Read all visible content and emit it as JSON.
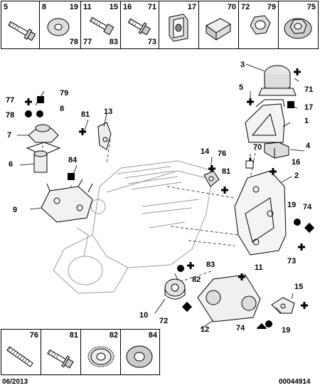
{
  "top_strip": [
    {
      "tl": "5",
      "tr": "",
      "bl": "",
      "br": "",
      "icon": "bolt-icon"
    },
    {
      "tl": "8",
      "tr": "19",
      "bl": "",
      "br": "78",
      "icon": "washer-icon"
    },
    {
      "tl": "11",
      "tr": "15",
      "bl": "77",
      "br": "83",
      "icon": "bolt-icon"
    },
    {
      "tl": "16",
      "tr": "71",
      "bl": "",
      "br": "73",
      "icon": "flange-bolt-icon"
    },
    {
      "tl": "",
      "tr": "17",
      "bl": "",
      "br": "",
      "icon": "clip-nut-icon"
    },
    {
      "tl": "",
      "tr": "70",
      "bl": "",
      "br": "",
      "icon": "bushing-icon"
    },
    {
      "tl": "72",
      "tr": "79",
      "bl": "",
      "br": "",
      "icon": "hex-nut-icon"
    },
    {
      "tl": "",
      "tr": "75",
      "bl": "",
      "br": "",
      "icon": "flange-nut-icon"
    }
  ],
  "bottom_strip": [
    {
      "label": "76",
      "icon": "stud-icon"
    },
    {
      "label": "81",
      "icon": "bolt-icon"
    },
    {
      "label": "82",
      "icon": "serrated-washer-icon"
    },
    {
      "label": "84",
      "icon": "washer-icon"
    }
  ],
  "callouts": {
    "c3": "3",
    "c71": "71",
    "c5": "5",
    "c17": "17",
    "c1": "1",
    "c77": "77",
    "c79": "79",
    "c78": "78",
    "c8": "8",
    "c7": "7",
    "c81a": "81",
    "c13": "13",
    "c14": "14",
    "c76": "76",
    "c70": "70",
    "c4": "4",
    "c16": "16",
    "c6": "6",
    "c84": "84",
    "c81b": "81",
    "c2": "2",
    "c9": "9",
    "c19a": "19",
    "c74a": "74",
    "c73": "73",
    "c83": "83",
    "c82": "82",
    "c11": "11",
    "c10": "10",
    "c72": "72",
    "c15": "15",
    "c12": "12",
    "c74b": "74",
    "c19b": "19"
  },
  "footer": {
    "date": "06/2013",
    "ref": "00044914"
  }
}
